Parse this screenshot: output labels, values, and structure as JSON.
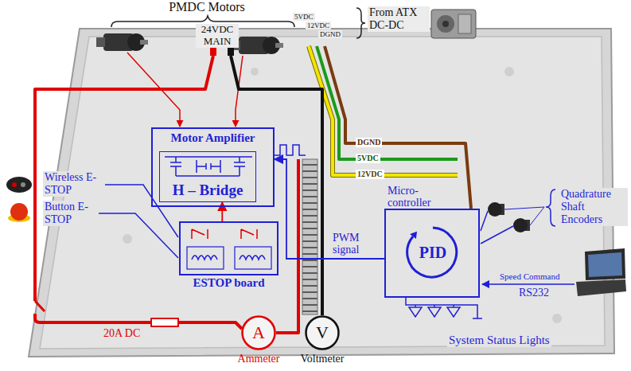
{
  "diagram": {
    "nodes": [
      {
        "text": [
          "Motor Amplifier"
        ]
      },
      {
        "text": [
          "H – Bridge"
        ],
        "in": 0
      },
      {
        "text": [
          "ESTOP board"
        ]
      },
      {
        "text": [
          "Micro-controller"
        ]
      },
      {
        "text": [
          "PID"
        ],
        "in": 3
      },
      {
        "text": [
          "A",
          "Ammeter"
        ]
      },
      {
        "text": [
          "V",
          "Voltmeter"
        ]
      }
    ],
    "edges": [
      {
        "from": 3,
        "to": 0,
        "arrow": "to",
        "label": "PWM signal"
      },
      {
        "from": 2,
        "to": 1,
        "arrow": "to"
      }
    ],
    "labels": [
      "PMDC Motors",
      "24VDC MAIN",
      "5VDC",
      "12VDC",
      "DGND",
      "From ATX DC-DC",
      "DGND",
      "5VDC",
      "12VDC",
      "Quadrature Shaft Encoders",
      "Wireless E-STOP",
      "Button E-STOP",
      "Speed Command",
      "RS232",
      "System Status Lights",
      "20A DC"
    ]
  }
}
